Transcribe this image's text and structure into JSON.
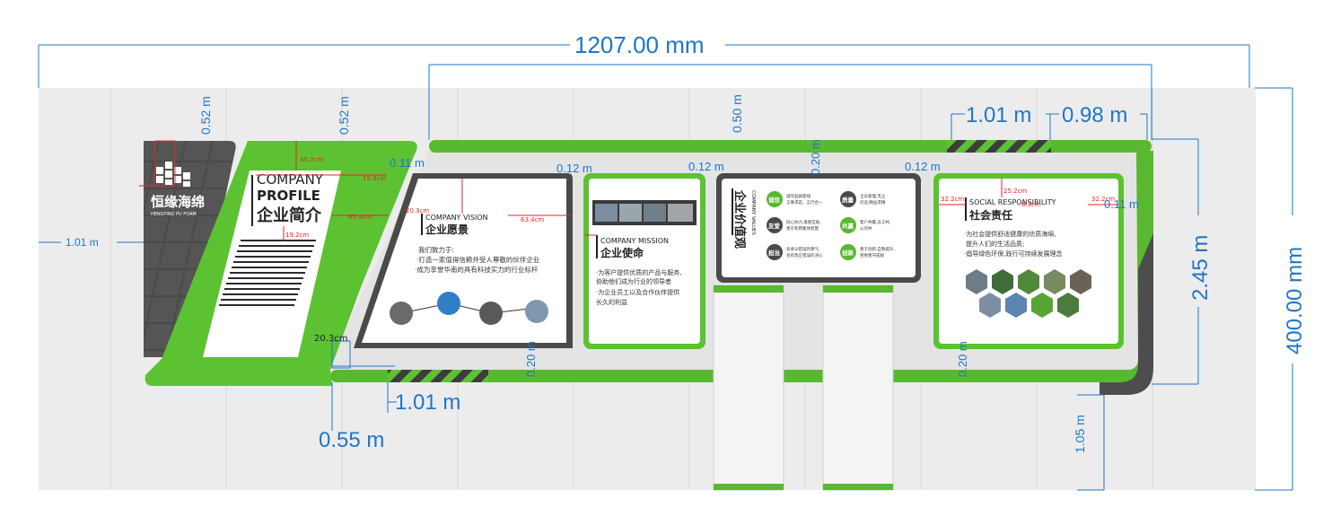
{
  "dimensions": {
    "total_width": "1207.00 mm",
    "total_height": "400.00 mm",
    "panel_height": "2.45 m",
    "left_height": "1.01 m",
    "top_left_a": "0.52 m",
    "top_left_b": "0.52 m",
    "top_mid": "0.50 m",
    "top_right_a": "1.01 m",
    "top_right_b": "0.98 m",
    "gap_a": "0.11 m",
    "gap_b": "0.12 m",
    "gap_c": "0.12 m",
    "gap_d": "0.12 m",
    "gap_e": "0.11 m",
    "vert_a": "0.20 m",
    "vert_b": "0.20 m",
    "vert_c": "0.20 m",
    "vert_d": "0.20 m",
    "bottom_a": "1.01 m",
    "bottom_b": "0.55 m",
    "bottom_c": "1.05 m",
    "cm_label": "20.3cm"
  },
  "red_labels": [
    "40.7cm",
    "63.4cm",
    "20.3cm",
    "25.2cm",
    "32.2cm",
    "32.2cm",
    "15.8cm",
    "65.4cm",
    "19.2cm",
    "8.3cm"
  ],
  "brand": {
    "name_cn": "恒缘海绵",
    "name_en": "HENGYING PU FOAM"
  },
  "profile": {
    "en1": "COMPANY",
    "en2": "PROFILE",
    "cn": "企业简介"
  },
  "vision": {
    "title_en": "COMPANY VISION",
    "title_cn": "企业愿景",
    "lead": "我们致力于:",
    "line1": "·打造一家值得信赖并受人尊敬的伙伴企业",
    "line2": "·成为享誉华南的具有科技实力的行业标杆"
  },
  "mission": {
    "title_en": "COMPANY MISSION",
    "title_cn": "企业使命",
    "line1": "·为客户提供优质的产品与服务,",
    "line2": "协助他们成为行业的领导者",
    "line3": "·为企业员工以及合作伙伴提供",
    "line4": "长久的利益"
  },
  "values": {
    "title_cn": "企业价值观",
    "title_en": "COMPANY VALUES",
    "items": [
      {
        "badge": "诚信",
        "text1": "诚守品质底线,",
        "text2": "言事求是、言行合一"
      },
      {
        "badge": "质量",
        "text1": "全员管理,无止",
        "text2": "尽追,精益求精"
      },
      {
        "badge": "友爱",
        "text1": "同心协力,意愿互助,",
        "text2": "善于利用集体智慧"
      },
      {
        "badge": "共赢",
        "text1": "客户共赢,员工共,",
        "text2": "公司共"
      },
      {
        "badge": "担当",
        "text1": "有承认错误的勇气,",
        "text2": "也有改正错误的决心"
      },
      {
        "badge": "创新",
        "text1": "勇于创新,自我提升,",
        "text2": "拒绝墨守成规"
      }
    ]
  },
  "social": {
    "title_en": "SOCIAL RESPONSIBILITY",
    "title_cn": "社会责任",
    "line1": "·为社会提供舒适健康的优质海绵,",
    "line2": "提升人们的生活品质;",
    "line3": "·倡导绿色环保,践行可持续发展理念"
  },
  "colors": {
    "green": "#58b82f",
    "green_bright": "#5cc232",
    "dark": "#4f4f4f",
    "dim_blue": "#1f76c8",
    "wall": "#ededed"
  }
}
